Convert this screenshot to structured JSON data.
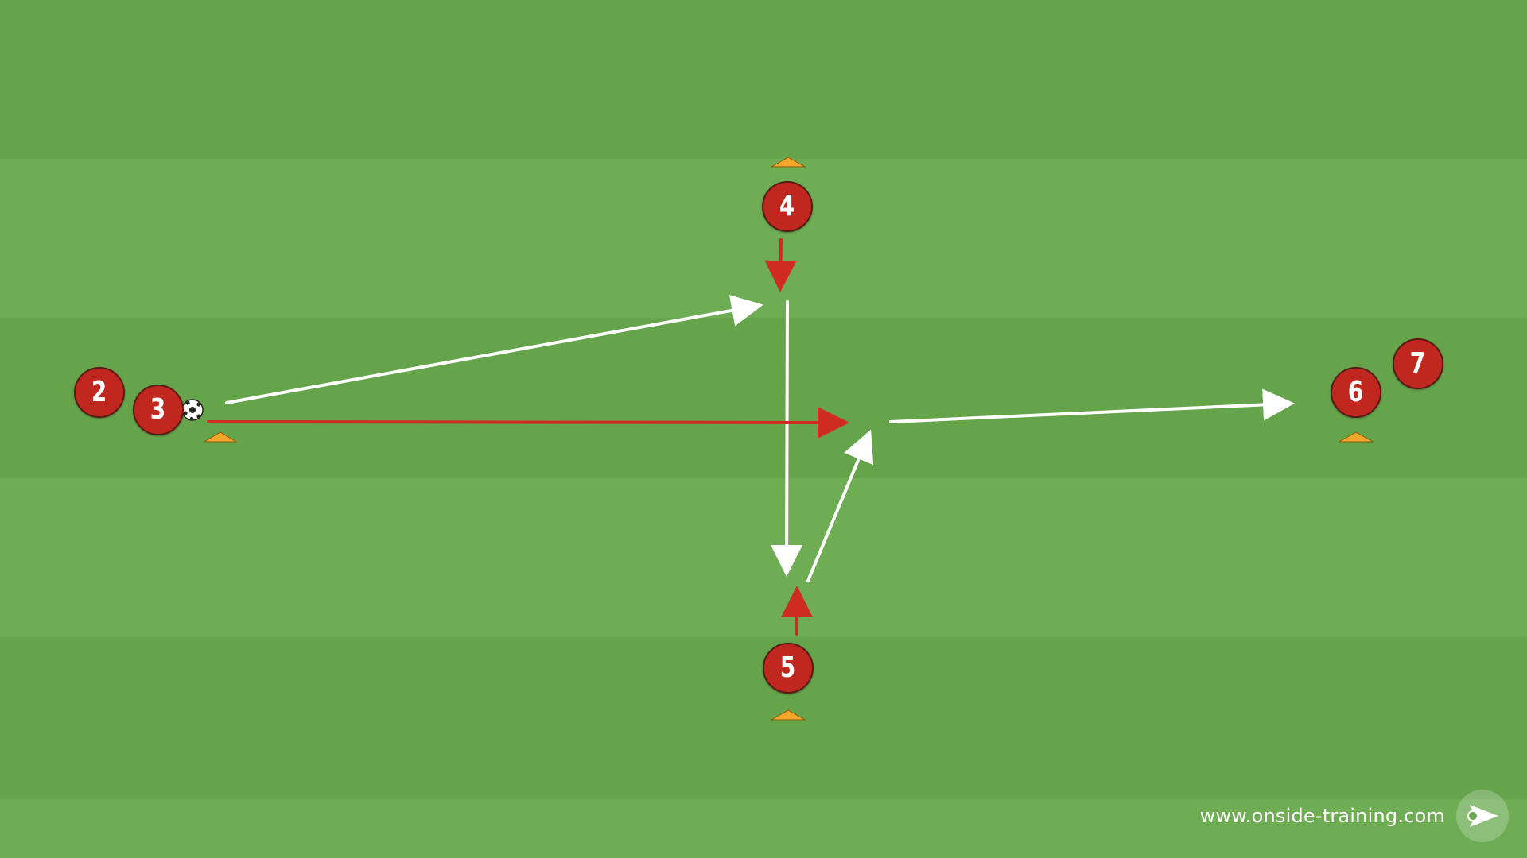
{
  "colors": {
    "pitch_dark": "#64a34a",
    "pitch_light": "#6fad55",
    "player_fill": "#c0281f",
    "player_text": "#ffffff",
    "cone": "#f2a72a",
    "pass_arrow": "#ffffff",
    "run_arrow": "#cf2b1f",
    "logo_fill": "#ffffff"
  },
  "players": [
    {
      "number": "2",
      "role": "player"
    },
    {
      "number": "3",
      "role": "player-with-ball"
    },
    {
      "number": "4",
      "role": "player"
    },
    {
      "number": "5",
      "role": "player"
    },
    {
      "number": "6",
      "role": "player"
    },
    {
      "number": "7",
      "role": "player"
    }
  ],
  "icons": {
    "cone": "cone-icon",
    "ball": "soccer-ball-icon",
    "logo": "onside-logo-icon"
  },
  "footer": {
    "watermark": "www.onside-training.com"
  }
}
